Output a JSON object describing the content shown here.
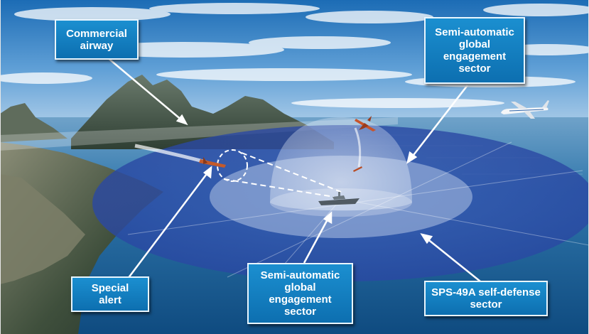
{
  "labels": {
    "commercial_airway": [
      "Commercial",
      "airway"
    ],
    "semi_auto_top": [
      "Semi-automatic",
      "global",
      "engagement",
      "sector"
    ],
    "special_alert": [
      "Special",
      "alert"
    ],
    "semi_auto_bottom": [
      "Semi-automatic",
      "global",
      "engagement",
      "sector"
    ],
    "sps_sector": [
      "SPS-49A self-defense",
      "sector"
    ]
  },
  "colors": {
    "label_fill": "#1283c6",
    "label_border": "#e9f6ff",
    "sky_top": "#1f6fb8",
    "sea": "#1a5d96",
    "sector_outer": "#2a4fa8",
    "sector_inner": "#8fa8d8"
  }
}
